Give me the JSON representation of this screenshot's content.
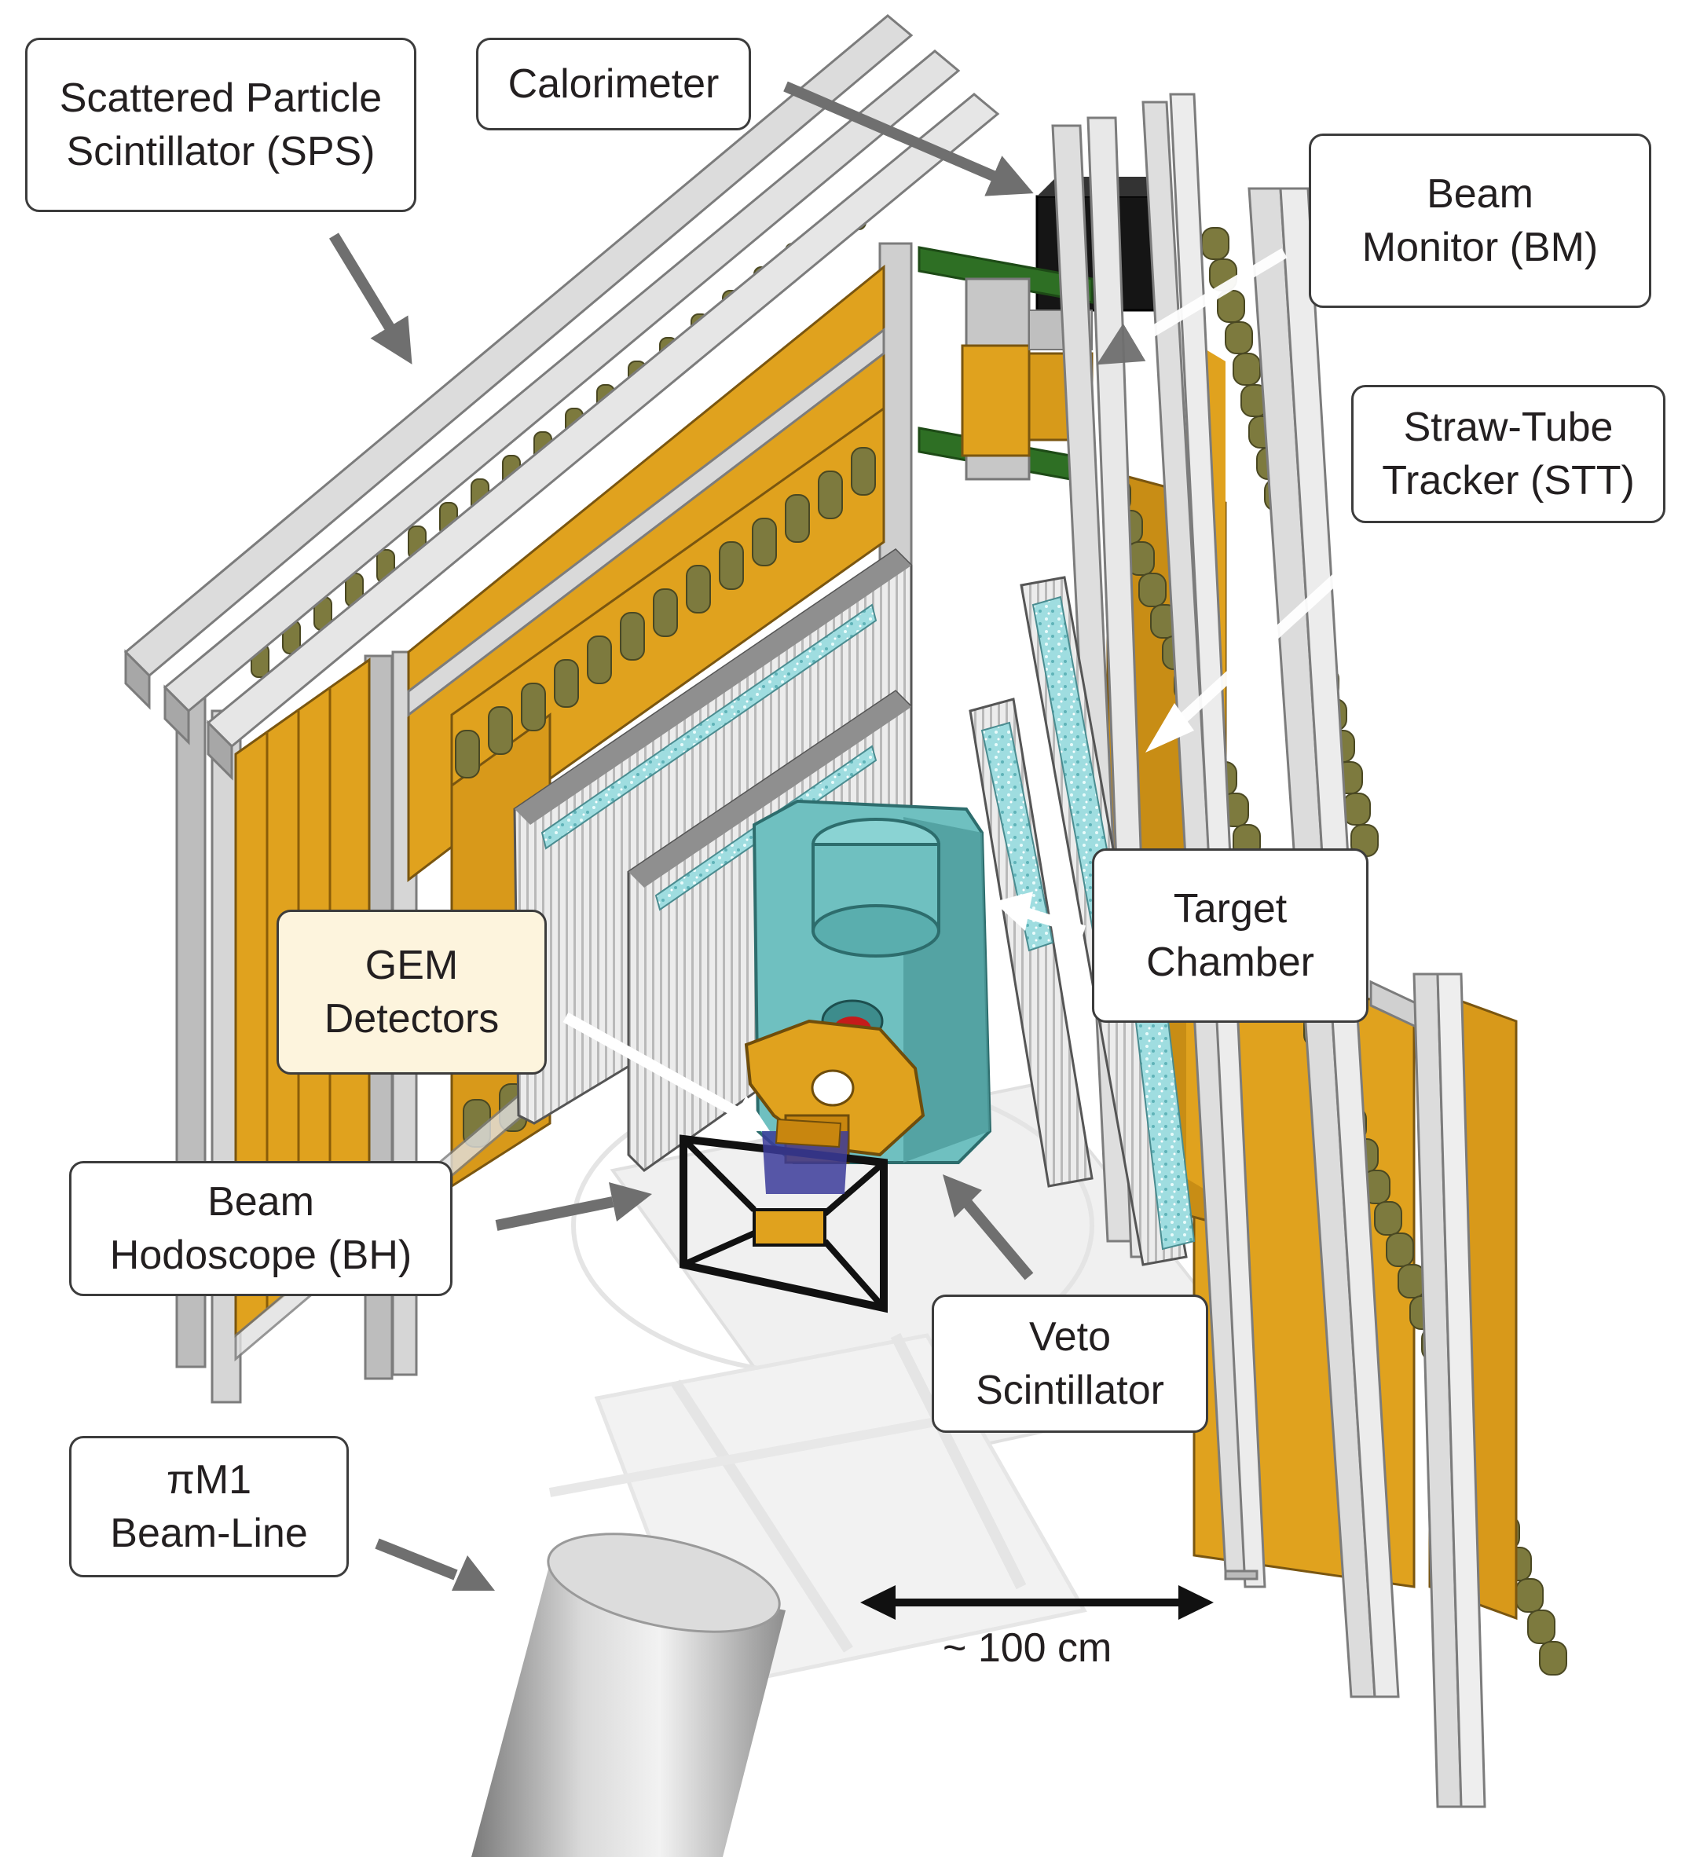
{
  "labels": {
    "sps": [
      "Scattered Particle",
      "Scintillator (SPS)"
    ],
    "calorimeter": [
      "Calorimeter"
    ],
    "beam_monitor": [
      "Beam",
      "Monitor (BM)"
    ],
    "stt": [
      "Straw-Tube",
      "Tracker (STT)"
    ],
    "target_chamber": [
      "Target",
      "Chamber"
    ],
    "gem": [
      "GEM",
      "Detectors"
    ],
    "beam_hodoscope": [
      "Beam",
      "Hodoscope (BH)"
    ],
    "veto": [
      "Veto",
      "Scintillator"
    ],
    "beamline": [
      "πM1",
      "Beam-Line"
    ]
  },
  "scale_bar": {
    "text": "~ 100 cm"
  },
  "colors": {
    "frame_light": "#e6e6e6",
    "frame_mid": "#c8c8c8",
    "frame_dark": "#9a9a9a",
    "scintillator": "#e0a21e",
    "scintillator_dark": "#8a5d08",
    "pmt": "#7d7a3e",
    "pmt_dark": "#5e5b2a",
    "target_teal": "#6fc0c0",
    "target_teal_dark": "#4d9b9b",
    "gem_foil": "#e8e8e8",
    "gem_strip": "#9fdde0",
    "arrow_dark": "#6f6f6f",
    "arrow_white": "#ffffff",
    "green": "#2e6f24",
    "black": "#111111"
  }
}
